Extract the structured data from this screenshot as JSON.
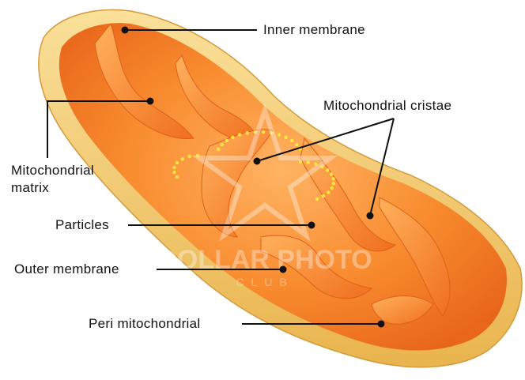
{
  "labels": {
    "inner_membrane": "Inner membrane",
    "mitochondrial_cristae": "Mitochondrial cristae",
    "mitochondrial_matrix_line1": "Mitochondrial",
    "mitochondrial_matrix_line2": "matrix",
    "particles": "Particles",
    "outer_membrane": "Outer membrane",
    "peri_mitochondrial": "Peri mitochondrial"
  },
  "watermark": {
    "main": "DOLLAR PHOTO",
    "sub": "CLUB"
  },
  "colors": {
    "outer_membrane": "#f2c86a",
    "inner_orange": "#f57a1e",
    "inner_light": "#ffb060",
    "particles": "#ffe640",
    "line": "#111111"
  }
}
